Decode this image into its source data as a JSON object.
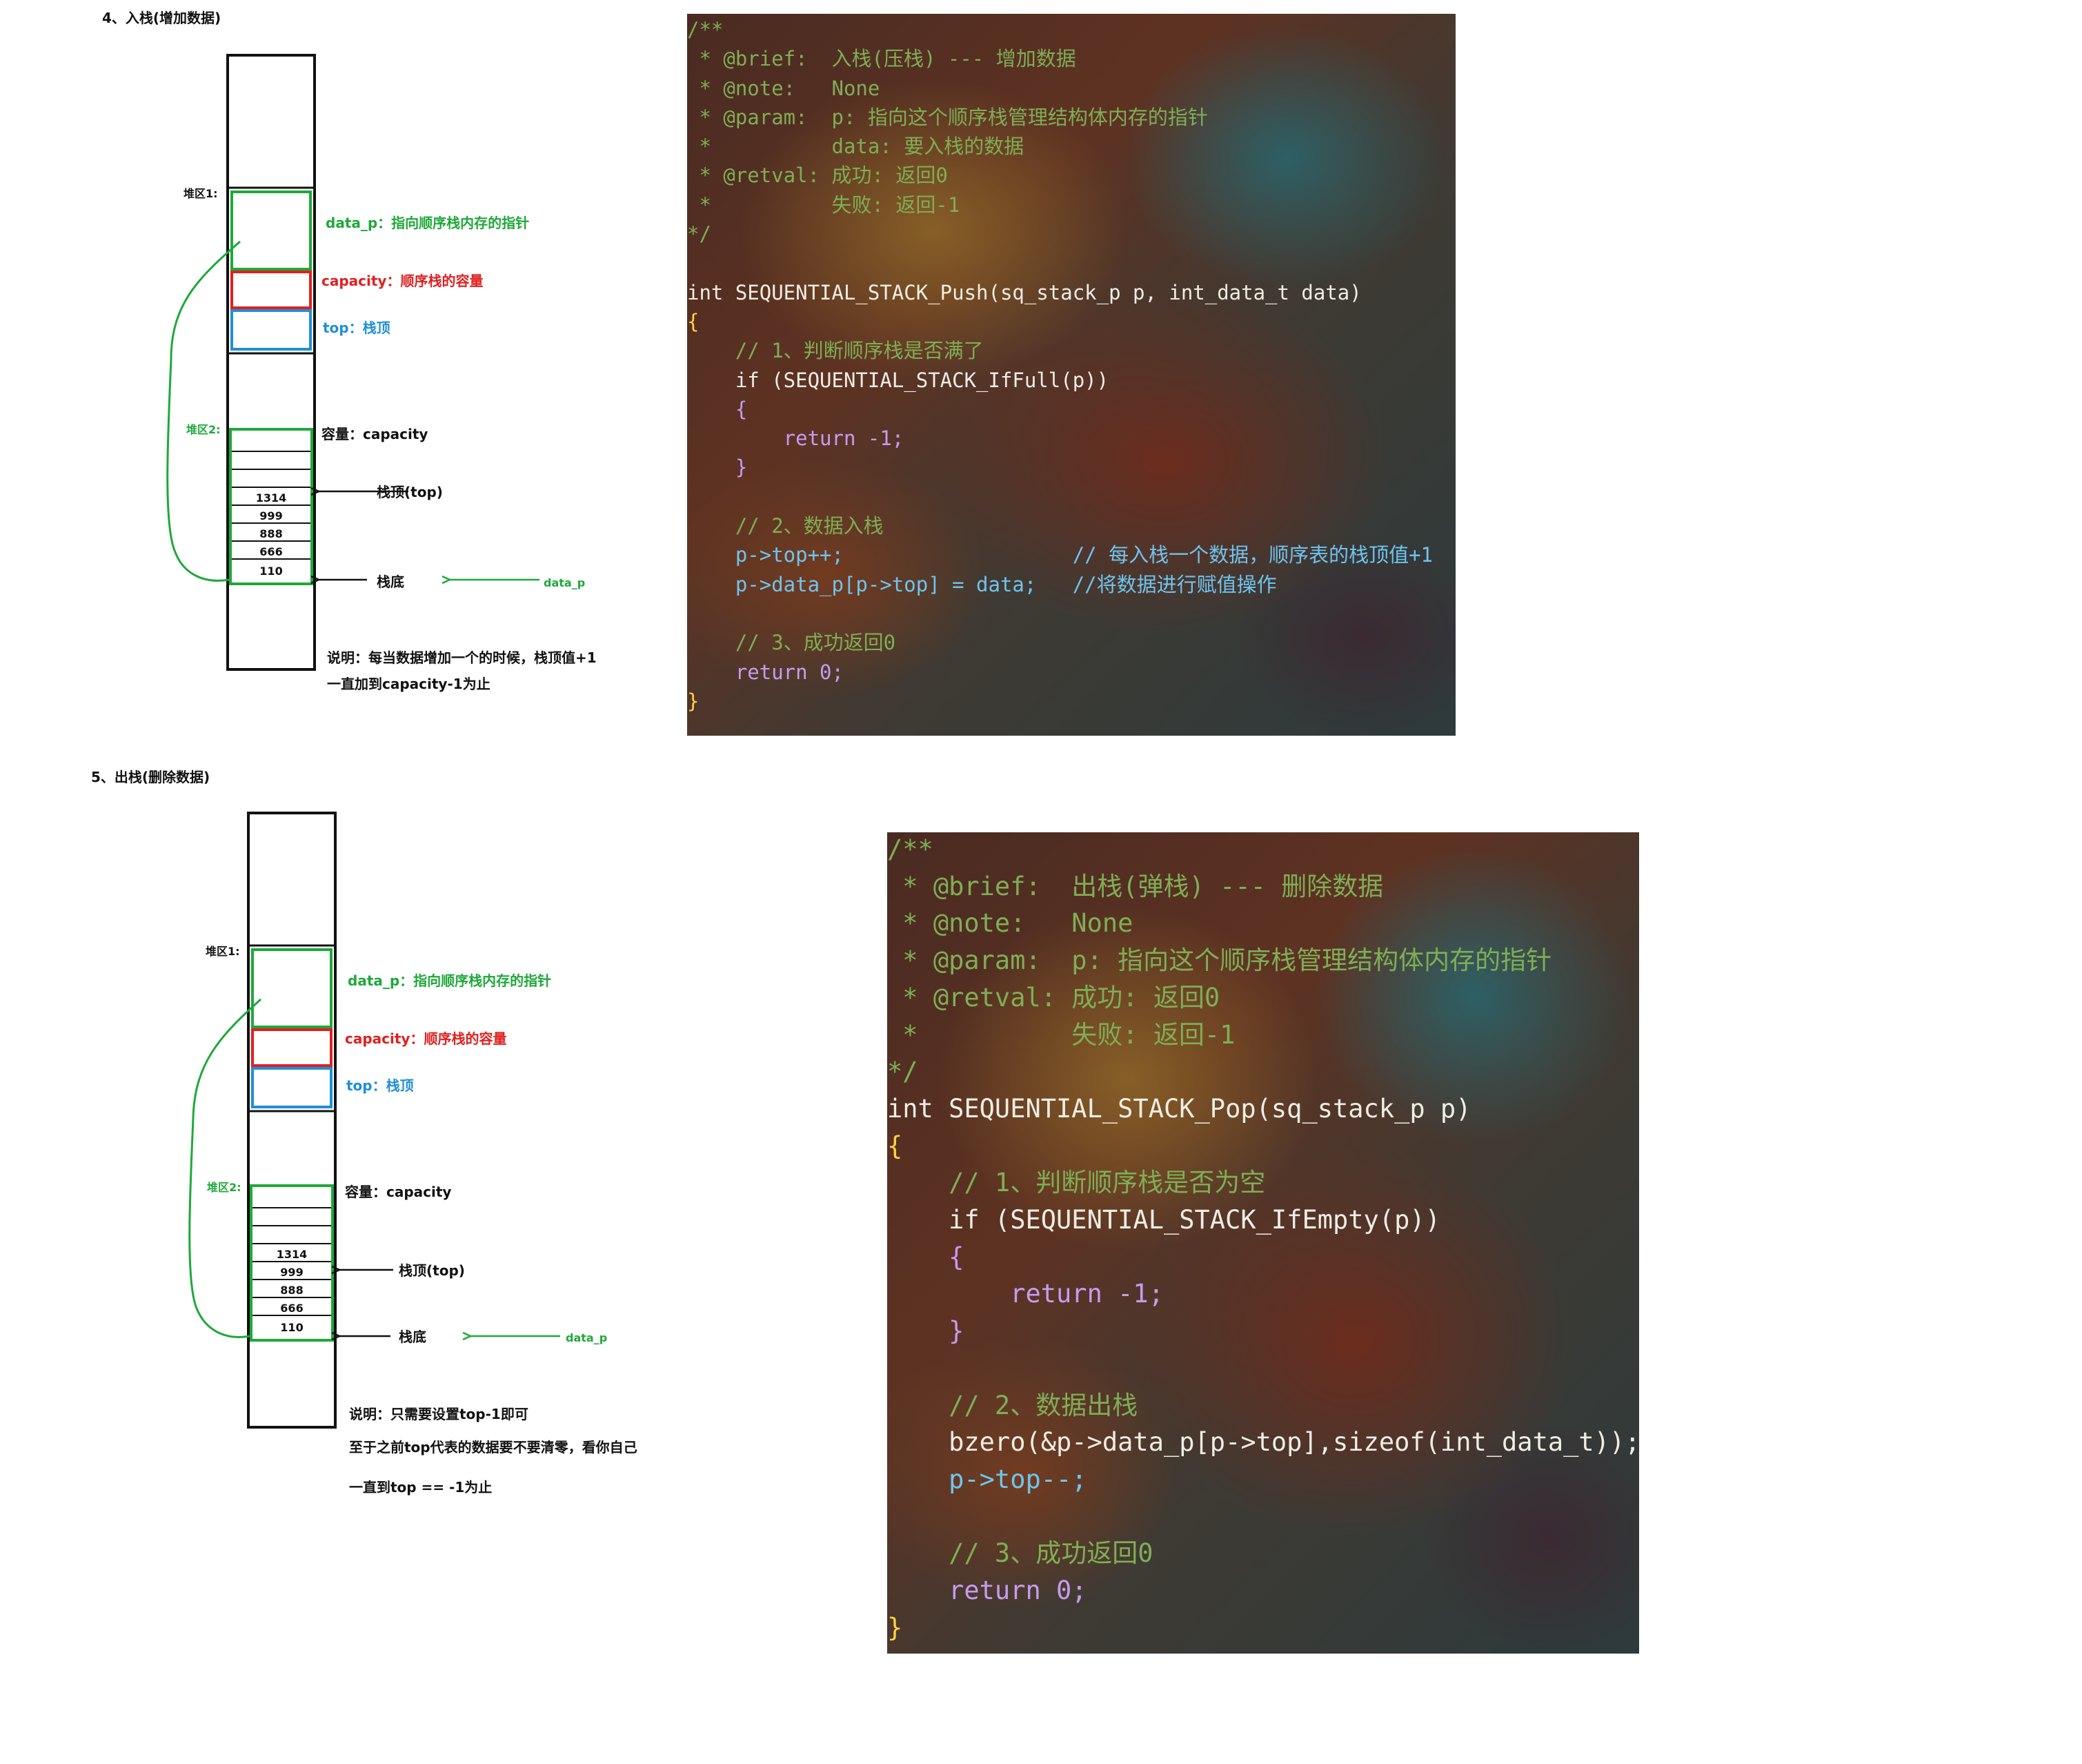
{
  "sections": [
    {
      "title": "4、入栈(增加数据)",
      "heap1_label": "堆区1:",
      "heap2_label": "堆区2:",
      "data_p_label": "data_p：指向顺序栈内存的指针",
      "capacity_label": "capacity：顺序栈的容量",
      "top_label": "top：栈顶",
      "volume_label": "容量：capacity",
      "top_arrow_label": "栈顶(top)",
      "bottom_arrow_label": "栈底",
      "data_p_arrow_label": "data_p",
      "stack_values": [
        "1314",
        "999",
        "888",
        "666",
        "110"
      ],
      "note_lines": [
        "说明：每当数据增加一个的时候，栈顶值+1",
        "一直加到capacity-1为止"
      ],
      "code_lines": [
        "/**",
        " * @brief:  入栈(压栈) --- 增加数据",
        " * @note:   None",
        " * @param:  p: 指向这个顺序栈管理结构体内存的指针",
        " *          data: 要入栈的数据",
        " * @retval: 成功: 返回0",
        " *          失败: 返回-1",
        "*/",
        "",
        "int SEQUENTIAL_STACK_Push(sq_stack_p p, int_data_t data)",
        "{",
        "    // 1、判断顺序栈是否满了",
        "    if (SEQUENTIAL_STACK_IfFull(p))",
        "    {",
        "        return -1;",
        "    }",
        "",
        "    // 2、数据入栈",
        "    p->top++;                   // 每入栈一个数据，顺序表的栈顶值+1",
        "    p->data_p[p->top] = data;   //将数据进行赋值操作",
        "",
        "    // 3、成功返回0",
        "    return 0;",
        "}"
      ]
    },
    {
      "title": "5、出栈(删除数据)",
      "heap1_label": "堆区1:",
      "heap2_label": "堆区2:",
      "data_p_label": "data_p：指向顺序栈内存的指针",
      "capacity_label": "capacity：顺序栈的容量",
      "top_label": "top：栈顶",
      "volume_label": "容量：capacity",
      "top_arrow_label": "栈顶(top)",
      "bottom_arrow_label": "栈底",
      "data_p_arrow_label": "data_p",
      "stack_values": [
        "1314",
        "999",
        "888",
        "666",
        "110"
      ],
      "note_lines": [
        "说明：只需要设置top-1即可",
        "至于之前top代表的数据要不要清零，看你自己",
        "一直到top == -1为止"
      ],
      "code_lines": [
        "/**",
        " * @brief:  出栈(弹栈) --- 删除数据",
        " * @note:   None",
        " * @param:  p: 指向这个顺序栈管理结构体内存的指针",
        " * @retval: 成功: 返回0",
        " *          失败: 返回-1",
        "*/",
        "int SEQUENTIAL_STACK_Pop(sq_stack_p p)",
        "{",
        "    // 1、判断顺序栈是否为空",
        "    if (SEQUENTIAL_STACK_IfEmpty(p))",
        "    {",
        "        return -1;",
        "    }",
        "",
        "    // 2、数据出栈",
        "    bzero(&p->data_p[p->top],sizeof(int_data_t));",
        "    p->top--;",
        "",
        "    // 3、成功返回0",
        "    return 0;",
        "}"
      ]
    }
  ],
  "colors": {
    "green": "#1fa83a",
    "red": "#e02020",
    "blue": "#1f8fd8",
    "black": "#111111"
  }
}
